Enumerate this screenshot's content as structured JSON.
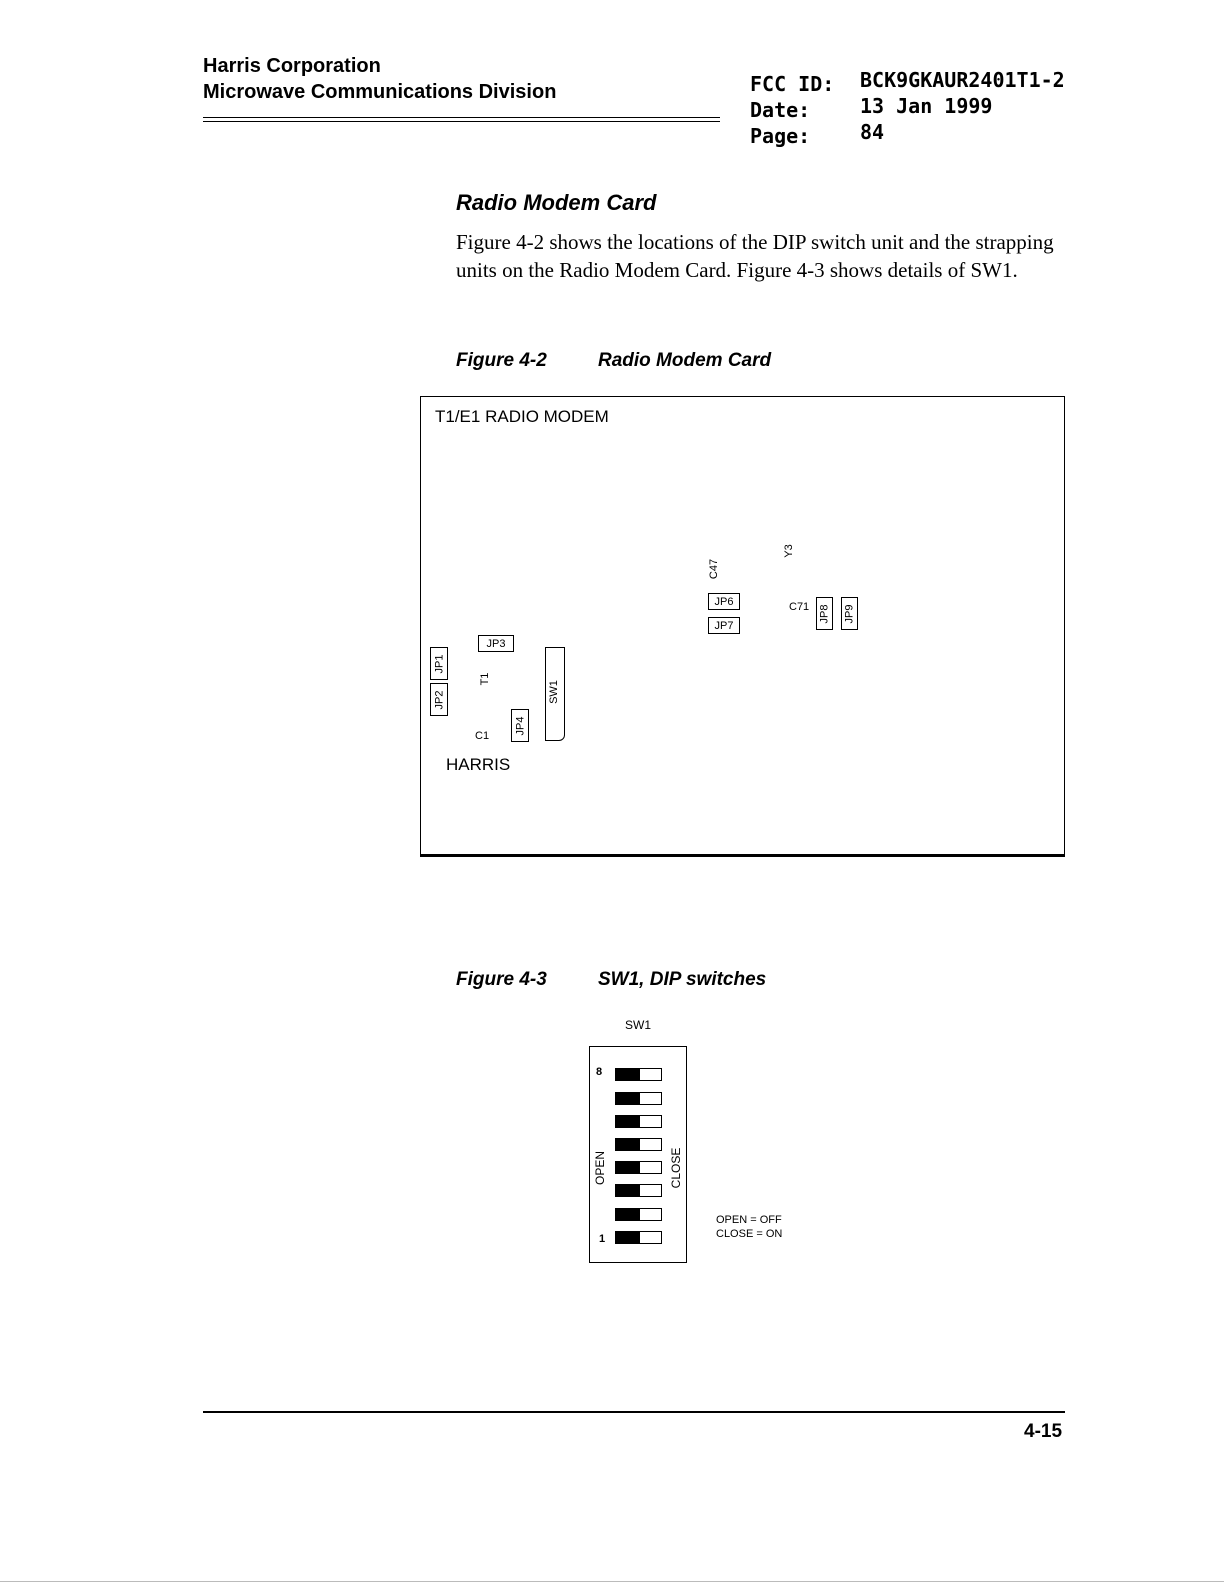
{
  "header": {
    "company": "Harris Corporation",
    "division": "Microwave Communications Division",
    "fcc_id_label": "FCC ID:",
    "fcc_id_value": "BCK9GKAUR2401T1-2",
    "date_label": "Date:",
    "date_value": "13 Jan 1999",
    "page_label": "Page:",
    "page_value": "84"
  },
  "section": {
    "title": "Radio Modem Card",
    "body": "Figure 4-2 shows the locations of the DIP switch unit and the strapping units on the Radio Modem Card. Figure 4-3 shows details of SW1."
  },
  "figure_2": {
    "number": "Figure 4-2",
    "caption": "Radio Modem Card",
    "card_title": "T1/E1 RADIO MODEM",
    "brand": "HARRIS",
    "components": {
      "jp1": "JP1",
      "jp2": "JP2",
      "jp3": "JP3",
      "jp4": "JP4",
      "jp6": "JP6",
      "jp7": "JP7",
      "jp8": "JP8",
      "jp9": "JP9",
      "sw1": "SW1",
      "t1": "T1",
      "c1": "C1",
      "c47": "C47",
      "c71": "C71",
      "y3": "Y3"
    }
  },
  "figure_3": {
    "number": "Figure 4-3",
    "caption": "SW1, DIP switches",
    "switch_label": "SW1",
    "top_index": "8",
    "bottom_index": "1",
    "open_label": "OPEN",
    "close_label": "CLOSE",
    "legend_open": "OPEN = OFF",
    "legend_close": "CLOSE = ON"
  },
  "footer": {
    "page_number": "4-15"
  }
}
